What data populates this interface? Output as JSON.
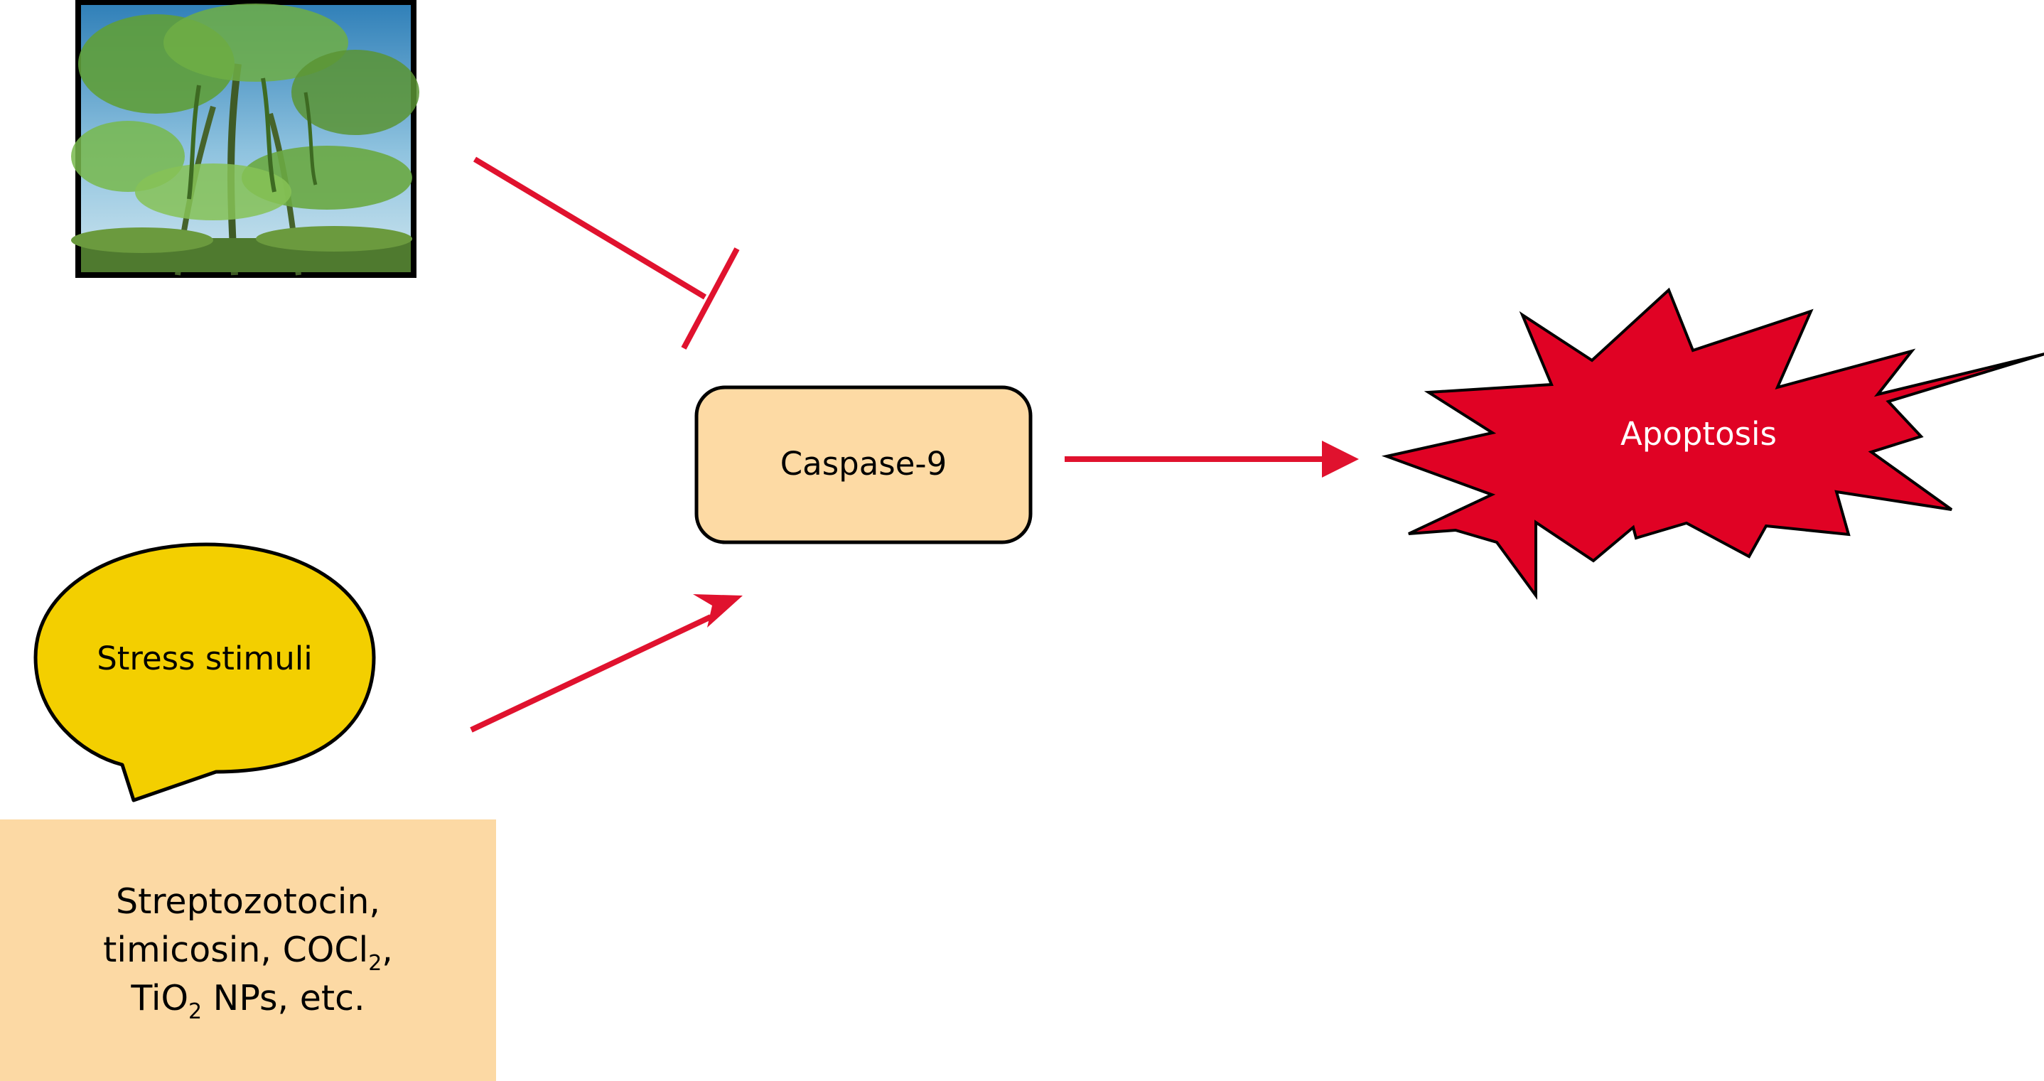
{
  "colors": {
    "arrow": "#e0122e",
    "caspase_fill": "#fddaa4",
    "stress_fill": "#f3cf00",
    "apoptosis_fill": "#e00224",
    "compounds_fill": "#fcd9a4",
    "stroke": "#000000"
  },
  "nodes": {
    "plant_image": {
      "icon": "moringa-plant-photo"
    },
    "caspase": {
      "label": "Caspase-9"
    },
    "apoptosis": {
      "label": "Apoptosis"
    },
    "stress": {
      "label": "Stress stimuli"
    },
    "compounds": {
      "line1": "Streptozotocin,",
      "line2_a": "timicosin, COCl",
      "line2_sub": "2",
      "line2_b": ",",
      "line3_a": "TiO",
      "line3_sub": "2",
      "line3_b": " NPs, etc."
    }
  },
  "edges": [
    {
      "from": "plant_image",
      "to": "caspase",
      "type": "inhibition"
    },
    {
      "from": "stress",
      "to": "caspase",
      "type": "activation"
    },
    {
      "from": "caspase",
      "to": "apoptosis",
      "type": "activation"
    }
  ]
}
